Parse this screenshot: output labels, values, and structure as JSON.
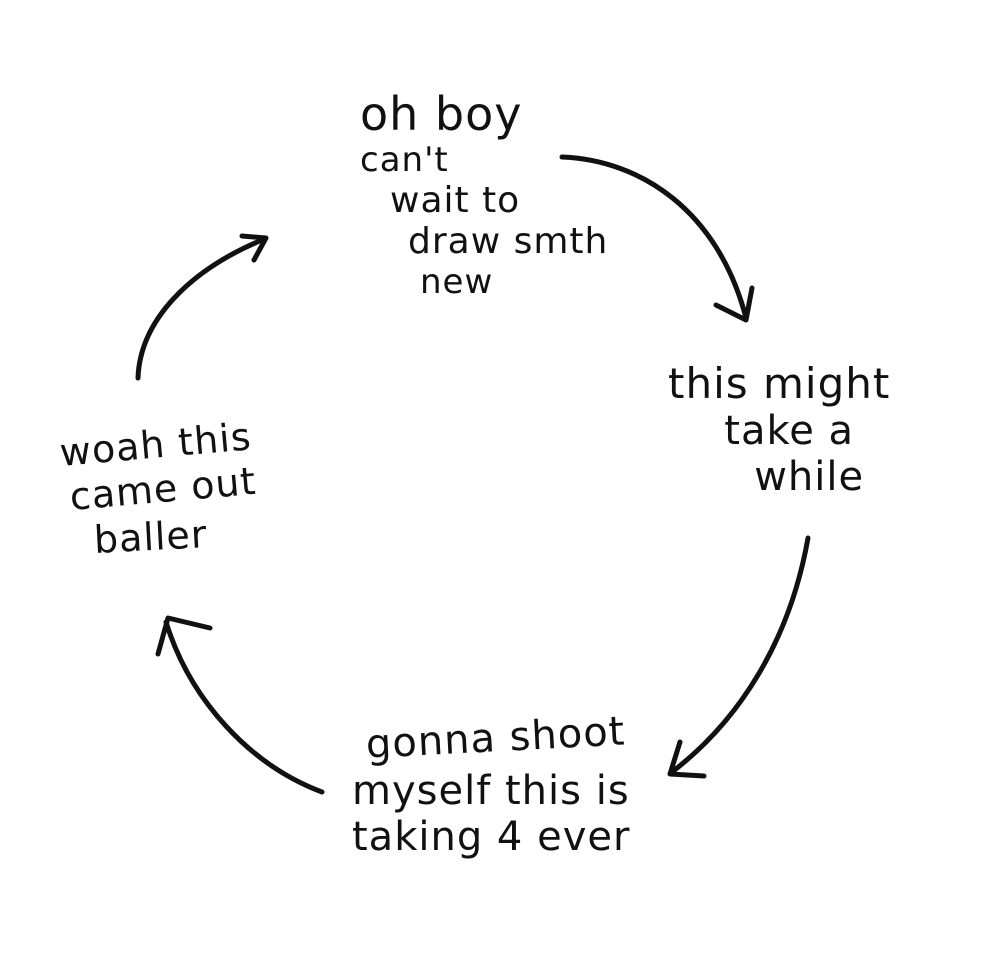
{
  "diagram": {
    "type": "cycle",
    "stroke_color": "#111111",
    "background": "#ffffff",
    "nodes": [
      {
        "id": "top",
        "lines": [
          "oh boy",
          "can't",
          "wait to",
          "draw smth",
          "new"
        ]
      },
      {
        "id": "right",
        "lines": [
          "this might",
          "take a",
          "while"
        ]
      },
      {
        "id": "bottom",
        "lines": [
          "gonna shoot",
          "myself this is",
          "taking 4 ever"
        ]
      },
      {
        "id": "left",
        "lines": [
          "woah this",
          "came out",
          "baller"
        ]
      }
    ],
    "edges": [
      {
        "from": "top",
        "to": "right"
      },
      {
        "from": "right",
        "to": "bottom"
      },
      {
        "from": "bottom",
        "to": "left"
      },
      {
        "from": "left",
        "to": "top"
      }
    ]
  }
}
